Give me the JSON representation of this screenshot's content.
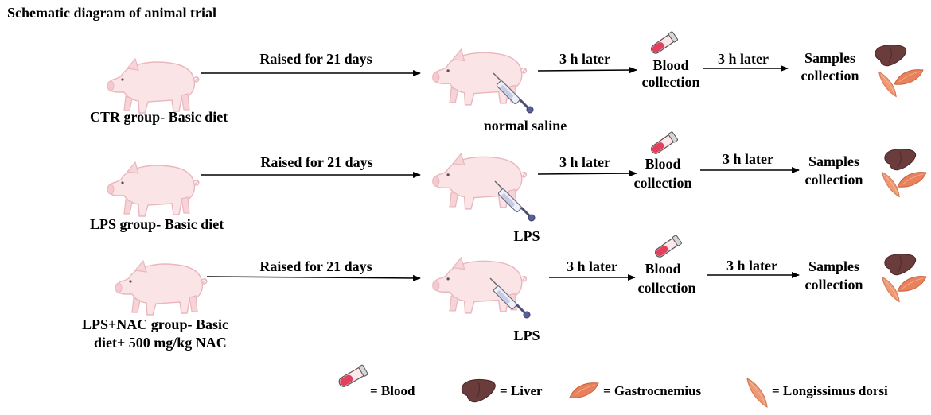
{
  "title": "Schematic diagram of animal trial",
  "rows": [
    {
      "group_label": [
        "CTR group- Basic diet"
      ],
      "arrow1_label": "Raised for 21 days",
      "injection_label": "normal saline",
      "arrow2_label": "3 h later",
      "blood_label": [
        "Blood",
        "collection"
      ],
      "arrow3_label": "3 h later",
      "samples_label": [
        "Samples",
        "collection"
      ]
    },
    {
      "group_label": [
        "LPS group- Basic diet"
      ],
      "arrow1_label": "Raised for 21 days",
      "injection_label": "LPS",
      "arrow2_label": "3 h later",
      "blood_label": [
        "Blood",
        "collection"
      ],
      "arrow3_label": "3 h later",
      "samples_label": [
        "Samples",
        "collection"
      ]
    },
    {
      "group_label": [
        "LPS+NAC group- Basic",
        "diet+ 500 mg/kg NAC"
      ],
      "arrow1_label": "Raised for 21 days",
      "injection_label": "LPS",
      "arrow2_label": "3 h later",
      "blood_label": [
        "Blood",
        "collection"
      ],
      "arrow3_label": "3 h later",
      "samples_label": [
        "Samples",
        "collection"
      ]
    }
  ],
  "legend": [
    {
      "icon": "blood-tube-icon",
      "label": "= Blood"
    },
    {
      "icon": "liver-icon",
      "label": "= Liver"
    },
    {
      "icon": "gastrocnemius-icon",
      "label": "= Gastrocnemius"
    },
    {
      "icon": "longissimus-dorsi-icon",
      "label": "= Longissimus dorsi"
    }
  ],
  "colors": {
    "pig_body": "#fbe4e6",
    "pig_outline": "#e9b7bd",
    "tube_red": "#e2405d",
    "liver": "#6a3c3c",
    "muscle": "#e8825c"
  }
}
